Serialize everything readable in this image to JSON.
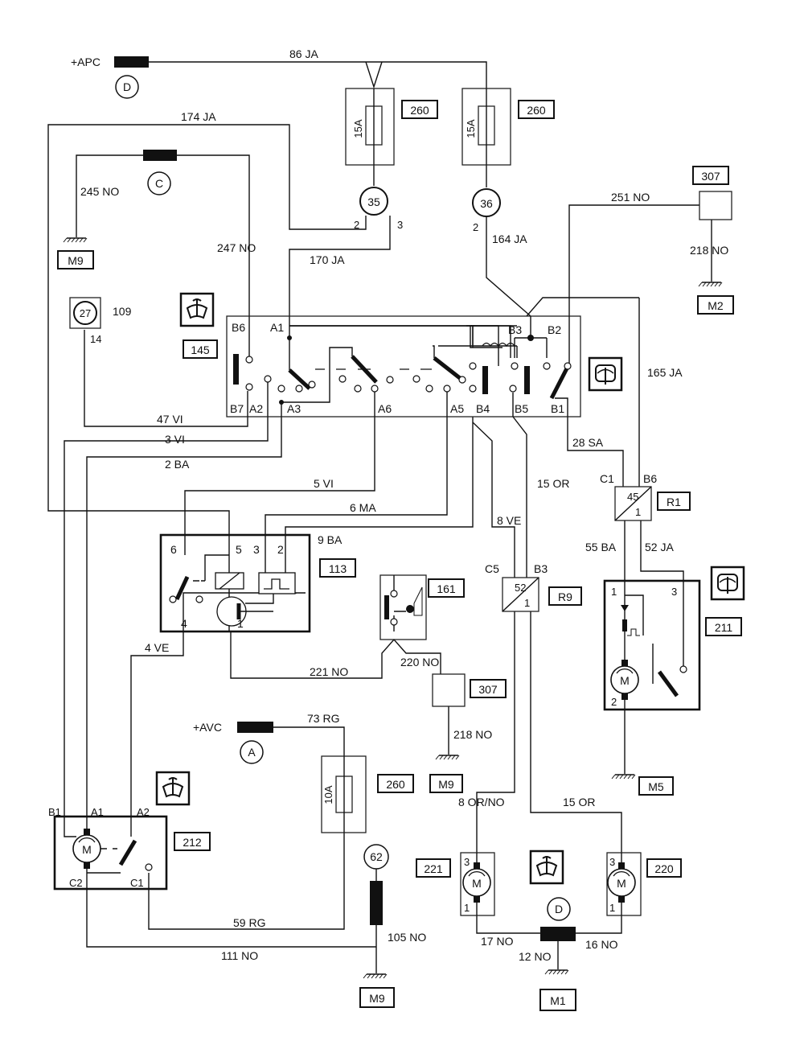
{
  "supplies": {
    "apc": "+APC",
    "avc": "+AVC"
  },
  "connectors": {
    "d_top": "D",
    "c": "C",
    "a": "A",
    "d_bottom": "D"
  },
  "wires": {
    "w86": "86 JA",
    "w174": "174 JA",
    "w245": "245 NO",
    "w247": "247 NO",
    "w170": "170 JA",
    "w251": "251 NO",
    "w218a": "218 NO",
    "w164": "164 JA",
    "w165": "165 JA",
    "w47": "47 VI",
    "w3": "3 VI",
    "w2": "2 BA",
    "w5": "5 VI",
    "w6": "6 MA",
    "w9": "9 BA",
    "w8": "8 VE",
    "w15a": "15 OR",
    "w28": "28 SA",
    "w55": "55 BA",
    "w52": "52 JA",
    "w4": "4 VE",
    "w221": "221 NO",
    "w220": "220 NO",
    "w218b": "218 NO",
    "w73": "73 RG",
    "w80": "8 OR/NO",
    "w15b": "15 OR",
    "w59": "59 RG",
    "w111": "111 NO",
    "w105": "105 NO",
    "w17": "17 NO",
    "w12": "12 NO",
    "w16": "16 NO"
  },
  "components": {
    "c260a": "260",
    "c260b": "260",
    "c260c": "260",
    "c35": "35",
    "c36": "36",
    "c307a": "307",
    "c307b": "307",
    "m9a": "M9",
    "m9b": "M9",
    "m9c": "M9",
    "m2": "M2",
    "m5": "M5",
    "m1": "M1",
    "c109": "109",
    "c109_inner": "27",
    "c145": "145",
    "c113": "113",
    "c161": "161",
    "r1": "R1",
    "r9": "R9",
    "c211": "211",
    "c212": "212",
    "c221": "221",
    "c220": "220",
    "c62": "62"
  },
  "fuses": {
    "f1": "15A",
    "f2": "15A",
    "f3": "10A"
  },
  "pins": {
    "p35_2": "2",
    "p35_3": "3",
    "p36_2": "2",
    "p109_14": "14",
    "relay145": {
      "B6": "B6",
      "A1": "A1",
      "B3": "B3",
      "B2": "B2",
      "B7": "B7",
      "A2": "A2",
      "A3": "A3",
      "A6": "A6",
      "A5": "A5",
      "B4": "B4",
      "B5": "B5",
      "B1": "B1"
    },
    "m113": {
      "p6": "6",
      "p5": "5",
      "p3": "3",
      "p2": "2",
      "p4": "4",
      "p1": "1"
    },
    "r1": {
      "c1": "C1",
      "b6": "B6",
      "top": "45",
      "bot": "1"
    },
    "r9": {
      "c5": "C5",
      "b3": "B3",
      "top": "52",
      "bot": "1"
    },
    "m211": {
      "p1": "1",
      "p3": "3",
      "p2": "2"
    },
    "m212": {
      "b1": "B1",
      "a1": "A1",
      "a2": "A2",
      "c2": "C2",
      "c1": "C1"
    },
    "m221": {
      "p3": "3",
      "p1": "1"
    },
    "m220": {
      "p3": "3",
      "p1": "1"
    },
    "motor": "M"
  },
  "icons": [
    "windscreen-wiper-icon",
    "rear-wiper-icon",
    "fuse-icon",
    "ground-icon",
    "motor-icon",
    "connector-block-icon"
  ],
  "colors": {
    "ink": "#111111",
    "paper": "#ffffff"
  }
}
